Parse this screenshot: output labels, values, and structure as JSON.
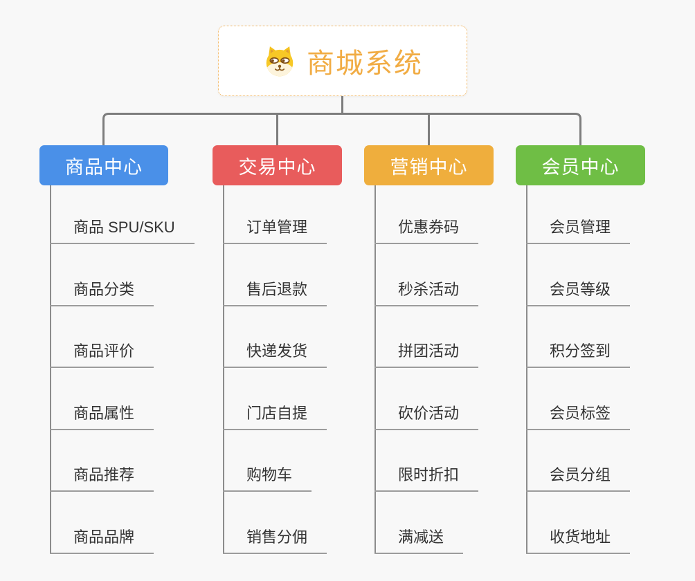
{
  "canvas": {
    "background": "#f8f8f8",
    "connector_color": "#7d7d7d",
    "trunk_color": "#8c8c8c",
    "underline_color": "#9c9c9c",
    "item_text_color": "#333333"
  },
  "root": {
    "title": "商城系统",
    "title_color": "#f1ac44",
    "border_color": "#f2b45c",
    "icon": "shiba-dog-icon"
  },
  "branches": [
    {
      "label": "商品中心",
      "color": "#4a90e8",
      "items": [
        "商品 SPU/SKU",
        "商品分类",
        "商品评价",
        "商品属性",
        "商品推荐",
        "商品品牌"
      ]
    },
    {
      "label": "交易中心",
      "color": "#e85c5c",
      "items": [
        "订单管理",
        "售后退款",
        "快递发货",
        "门店自提",
        "购物车",
        "销售分佣"
      ]
    },
    {
      "label": "营销中心",
      "color": "#efae3d",
      "items": [
        "优惠券码",
        "秒杀活动",
        "拼团活动",
        "砍价活动",
        "限时折扣",
        "满减送"
      ]
    },
    {
      "label": "会员中心",
      "color": "#6fbe45",
      "items": [
        "会员管理",
        "会员等级",
        "积分签到",
        "会员标签",
        "会员分组",
        "收货地址"
      ]
    }
  ]
}
